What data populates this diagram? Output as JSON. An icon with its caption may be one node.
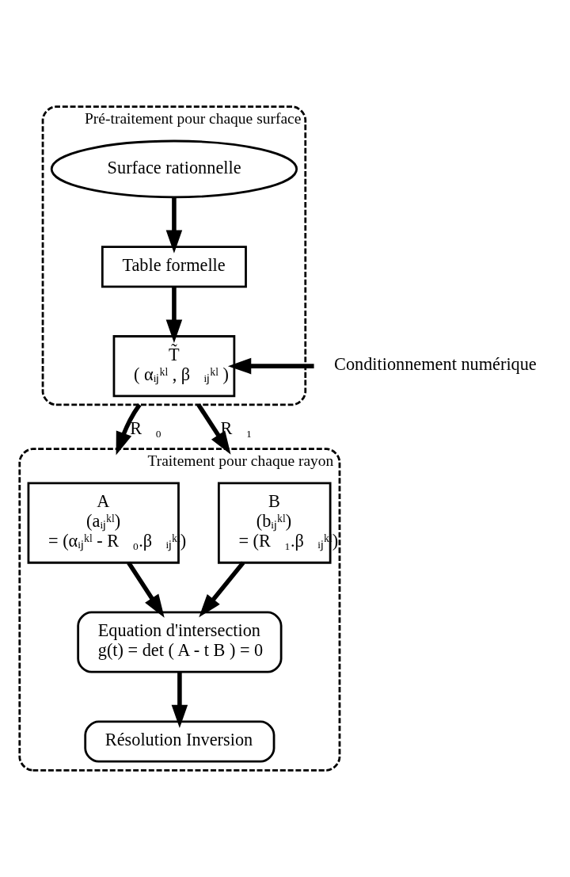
{
  "diagram": {
    "nodes": [
      {
        "text": [
          "Pré-traitement pour chaque surface"
        ]
      },
      {
        "text": [
          "Surface rationnelle"
        ],
        "in": 0
      },
      {
        "text": [
          "Table formelle"
        ],
        "in": 0
      },
      {
        "text": [
          "T̃",
          "( αᵢⱼᵏˡ , β⃗ᵢⱼᵏˡ )"
        ],
        "in": 0
      },
      {
        "text": [
          "Conditionnement numérique"
        ]
      },
      {
        "text": [
          "Traitement pour chaque rayon"
        ]
      },
      {
        "text": [
          "A",
          "(aᵢⱼᵏˡ)",
          "= (αᵢⱼᵏˡ - R⃗₀.β⃗ᵢⱼᵏˡ)"
        ],
        "in": 5
      },
      {
        "text": [
          "B",
          "(bᵢⱼᵏˡ)",
          "= (R⃗₁.β⃗ᵢⱼᵏˡ)"
        ],
        "in": 5
      },
      {
        "text": [
          "Equation d'intersection",
          "g(t) = det ( A - t B ) = 0"
        ],
        "in": 5
      },
      {
        "text": [
          "Résolution Inversion"
        ],
        "in": 5
      }
    ],
    "edges": [
      {
        "from": 1,
        "to": 2,
        "arrow": "to"
      },
      {
        "from": 2,
        "to": 3,
        "arrow": "to"
      },
      {
        "from": 4,
        "to": 3,
        "arrow": "to"
      },
      {
        "from": 0,
        "to": 5,
        "arrow": "to",
        "label": "R⃗₀"
      },
      {
        "from": 0,
        "to": 5,
        "arrow": "to",
        "label": "R⃗₁"
      },
      {
        "from": 6,
        "to": 8,
        "arrow": "to"
      },
      {
        "from": 7,
        "to": 8,
        "arrow": "to"
      },
      {
        "from": 8,
        "to": 9,
        "arrow": "to"
      }
    ]
  }
}
